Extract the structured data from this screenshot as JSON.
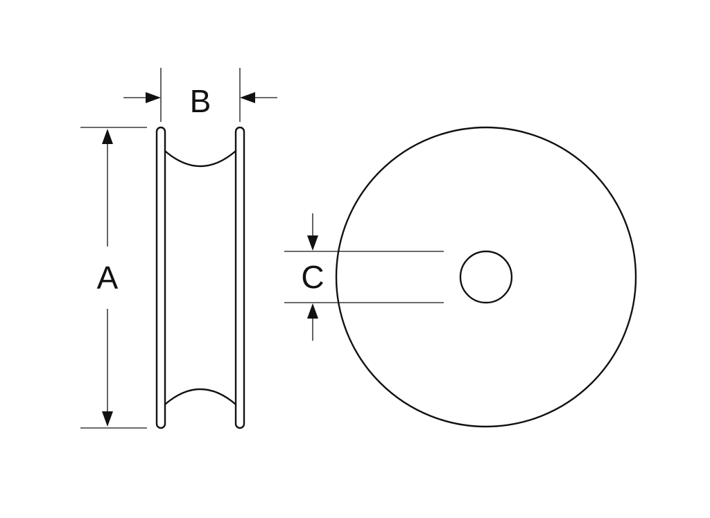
{
  "labels": {
    "dimension_a": "A",
    "dimension_b": "B",
    "dimension_c": "C"
  },
  "colors": {
    "line": "#111111",
    "background": "#ffffff"
  }
}
